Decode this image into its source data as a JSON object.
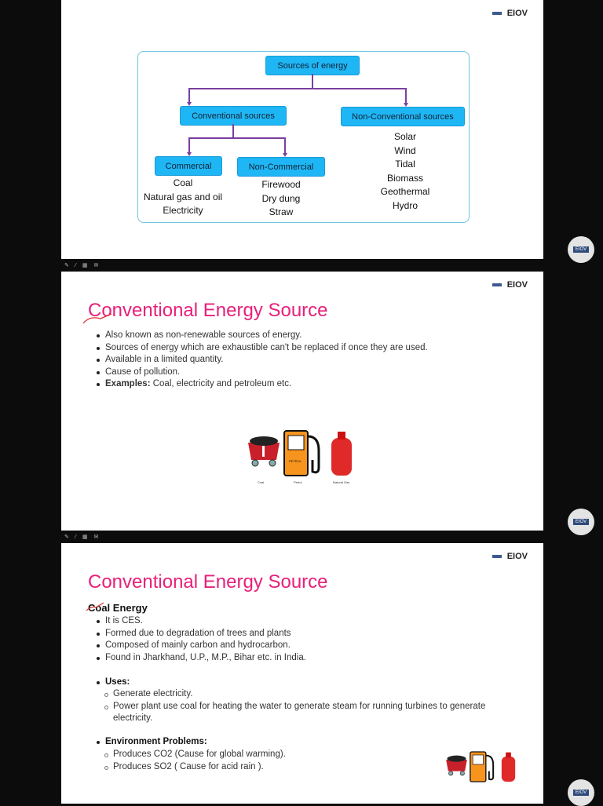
{
  "logo_text": "EIOV",
  "slide1": {
    "root": "Sources of energy",
    "conventional": "Conventional sources",
    "non_conventional": "Non-Conventional sources",
    "commercial": "Commercial",
    "non_commercial": "Non-Commercial",
    "commercial_items": [
      "Coal",
      "Natural gas and oil",
      "Electricity"
    ],
    "non_commercial_items": [
      "Firewood",
      "Dry dung",
      "Straw"
    ],
    "non_conventional_items": [
      "Solar",
      "Wind",
      "Tidal",
      "Biomass",
      "Geothermal",
      "Hydro"
    ]
  },
  "slide2": {
    "title": "Conventional Energy Source",
    "bullets": [
      "Also known as non-renewable sources of energy.",
      "Sources of energy which are exhaustible can't be replaced if once they are used.",
      "Available in a limited quantity.",
      "Cause of pollution."
    ],
    "examples_label": "Examples:",
    "examples_text": " Coal, electricity and petroleum etc.",
    "captions": [
      "Coal",
      "Petrol",
      "Natural Gas"
    ],
    "pump_label": "PETROL"
  },
  "slide3": {
    "title": "Conventional Energy Source",
    "subtitle": "Coal Energy",
    "bullets": [
      "It is CES.",
      "Formed due to degradation of trees and plants",
      "Composed of mainly carbon and hydrocarbon.",
      "Found in Jharkhand, U.P., M.P., Bihar etc. in India."
    ],
    "uses_label": "Uses:",
    "uses": [
      "Generate electricity.",
      "Power plant use coal for heating the water to generate steam for running turbines to generate electricity."
    ],
    "env_label": "Environment Problems:",
    "env": [
      "Produces CO2 (Cause for global warming).",
      "Produces SO2 ( Cause for acid rain )."
    ]
  },
  "colors": {
    "accent": "#e8207a",
    "box": "#1fb6f5",
    "connector": "#7b3fa0"
  }
}
